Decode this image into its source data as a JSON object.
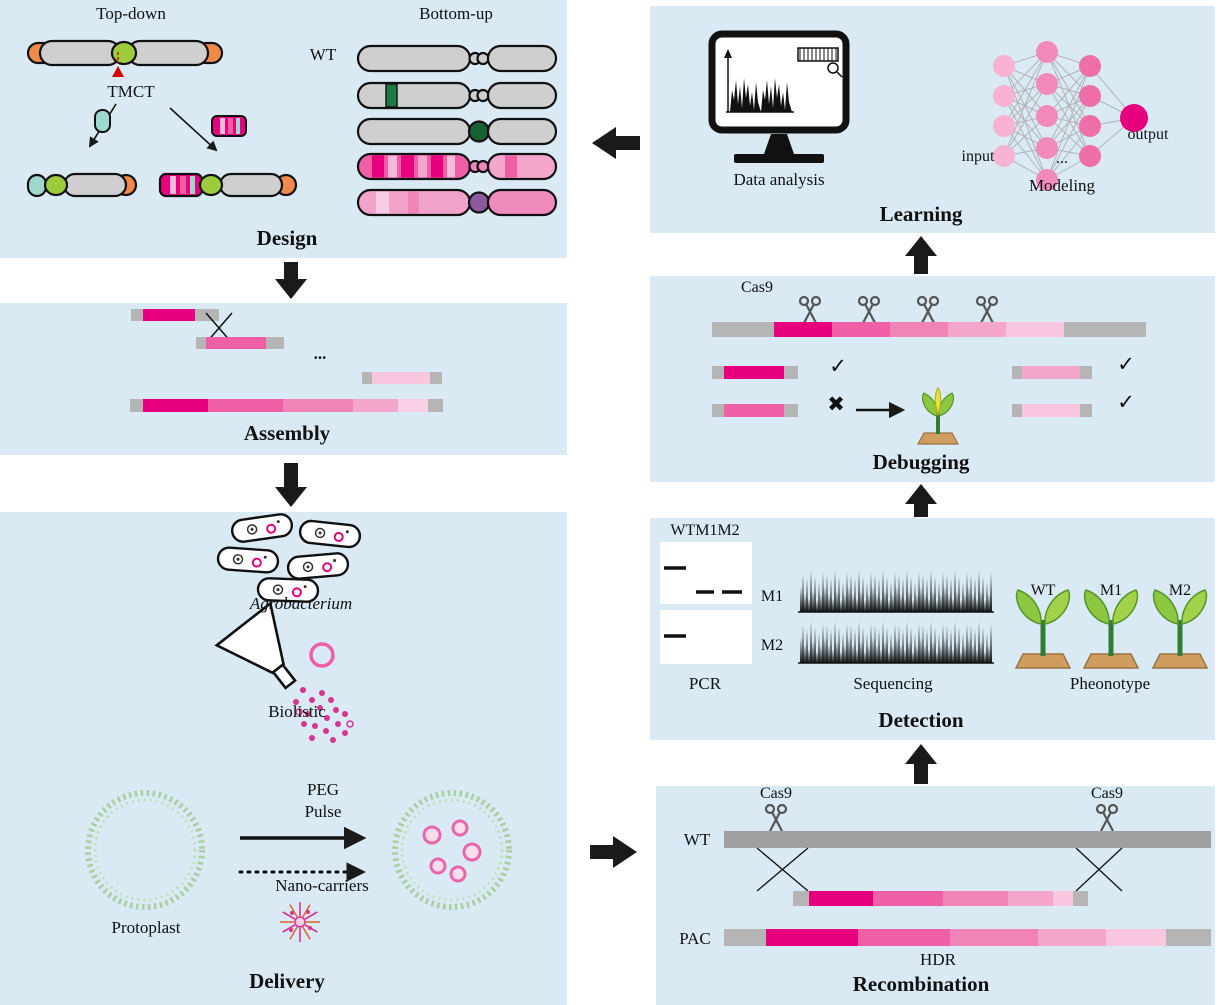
{
  "colors": {
    "panel_bg": "#d9eaf4",
    "magenta": "#e6007e",
    "pink_mid": "#ee5fa5",
    "pink_light": "#f4a6cb",
    "pink_pale": "#f8c6de",
    "gray_bar": "#b5b5b5",
    "gray_dark_bar": "#9f9f9f",
    "outline": "#1a1a1a",
    "green": "#9ccb3b",
    "dark_green": "#1e7a44",
    "purple": "#8e5a9e",
    "orange": "#ef8a4a",
    "teal": "#9ed8cd",
    "nn_light": "#f7b3d1",
    "nn_mid": "#f18bbb",
    "nn_deep": "#ee6fa8"
  },
  "design": {
    "title": "Design",
    "topdown_label": "Top-down",
    "bottomup_label": "Bottom-up",
    "tmct_label": "TMCT",
    "wt_label": "WT"
  },
  "assembly": {
    "title": "Assembly",
    "ellipsis": "..."
  },
  "delivery": {
    "title": "Delivery",
    "agrobacterium_label": "Agrobacterium",
    "biolistic_label": "Biolistic",
    "peg_label": "PEG",
    "pulse_label": "Pulse",
    "nanocarriers_label": "Nano-carriers",
    "protoplast_label": "Protoplast"
  },
  "learning": {
    "title": "Learning",
    "data_analysis_label": "Data analysis",
    "input_label": "input",
    "output_label": "output",
    "ellipsis": "...",
    "modeling_label": "Modeling"
  },
  "debugging": {
    "title": "Debugging",
    "cas9_label": "Cas9",
    "check_top_left": "✓",
    "cross_bottom_left": "✖",
    "check_top_right": "✓",
    "check_bottom_right": "✓"
  },
  "detection": {
    "title": "Detection",
    "gel_header": "WTM1M2",
    "m1_label": "M1",
    "m2_label": "M2",
    "pcr_label": "PCR",
    "sequencing_label": "Sequencing",
    "phenotype_label": "Pheonotype",
    "plant_labels": [
      "WT",
      "M1",
      "M2"
    ]
  },
  "recombination": {
    "title": "Recombination",
    "cas9_left_label": "Cas9",
    "cas9_right_label": "Cas9",
    "wt_label": "WT",
    "pac_label": "PAC",
    "hdr_label": "HDR"
  }
}
